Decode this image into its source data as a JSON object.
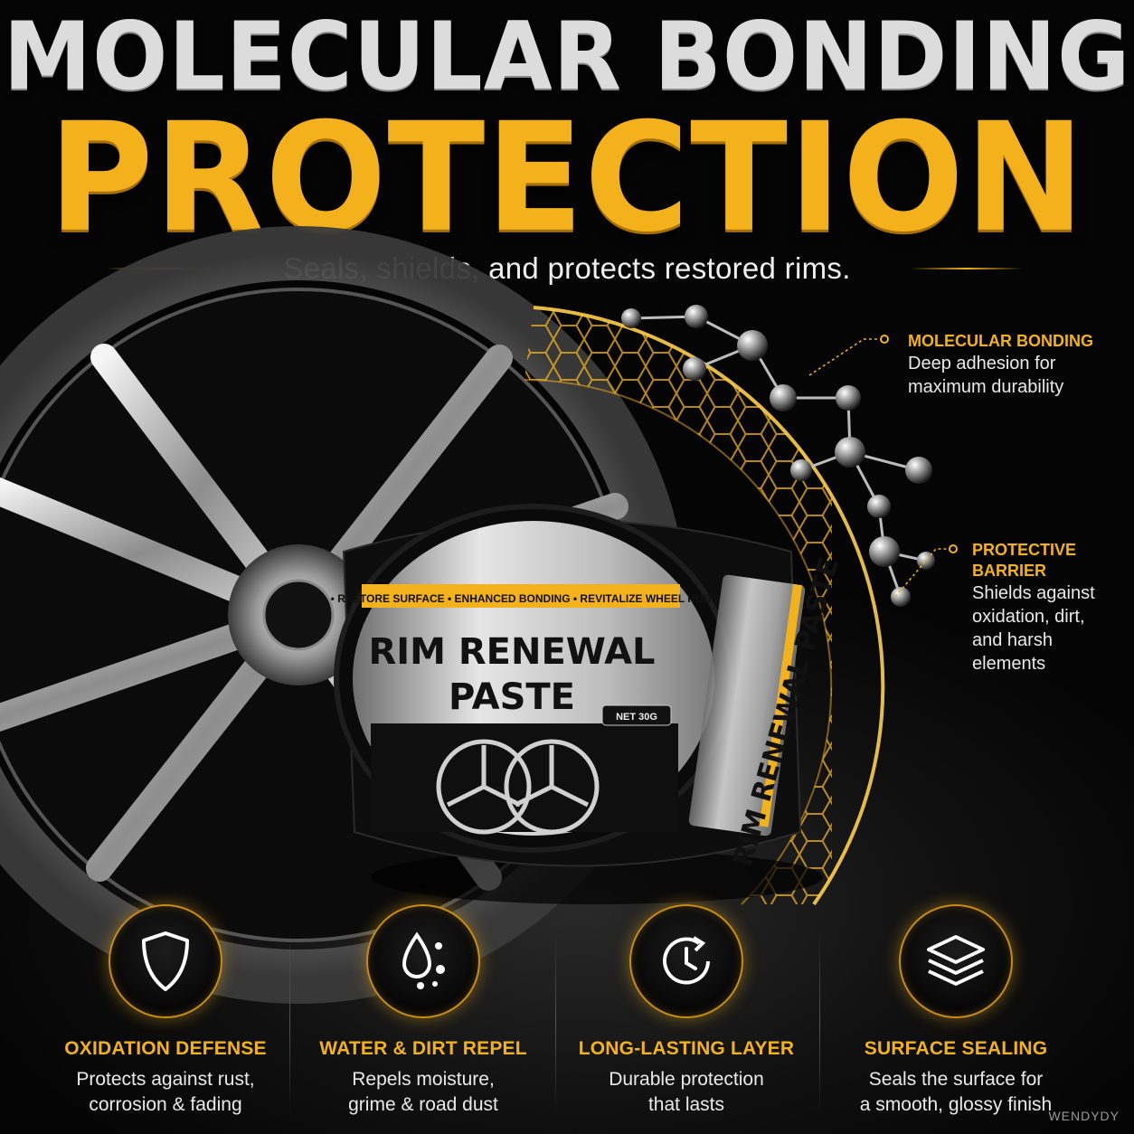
{
  "headline": {
    "line1": "MOLECULAR BONDING",
    "line2": "PROTECTION",
    "tagline": "Seals, shields, and protects restored rims."
  },
  "product": {
    "band_text": "• RESTORE SURFACE • ENHANCED BONDING • REVITALIZE WHEEL HUB",
    "name_line1": "RIM RENEWAL",
    "name_line2": "PASTE",
    "net_weight": "NET 30G",
    "side_text": "RIM RENEWAL PASTE"
  },
  "callouts": [
    {
      "title": "MOLECULAR BONDING",
      "body_lines": [
        "Deep adhesion for",
        "maximum durability"
      ]
    },
    {
      "title_lines": [
        "PROTECTIVE",
        "BARRIER"
      ],
      "body_lines": [
        "Shields against",
        "oxidation, dirt,",
        "and harsh",
        "elements"
      ]
    }
  ],
  "features": [
    {
      "icon": "shield-icon",
      "title": "OXIDATION DEFENSE",
      "lines": [
        "Protects against rust,",
        "corrosion & fading"
      ]
    },
    {
      "icon": "droplets-icon",
      "title": "WATER & DIRT REPEL",
      "lines": [
        "Repels moisture,",
        "grime & road dust"
      ]
    },
    {
      "icon": "clock-refresh-icon",
      "title": "LONG-LASTING LAYER",
      "lines": [
        "Durable protection",
        "that lasts"
      ]
    },
    {
      "icon": "layers-icon",
      "title": "SURFACE SEALING",
      "lines": [
        "Seals the surface for",
        "a smooth, glossy finish"
      ]
    }
  ],
  "brand": "WENDYDY",
  "colors": {
    "accent": "#f3b21c",
    "background": "#050505",
    "text": "#eaeaea"
  }
}
